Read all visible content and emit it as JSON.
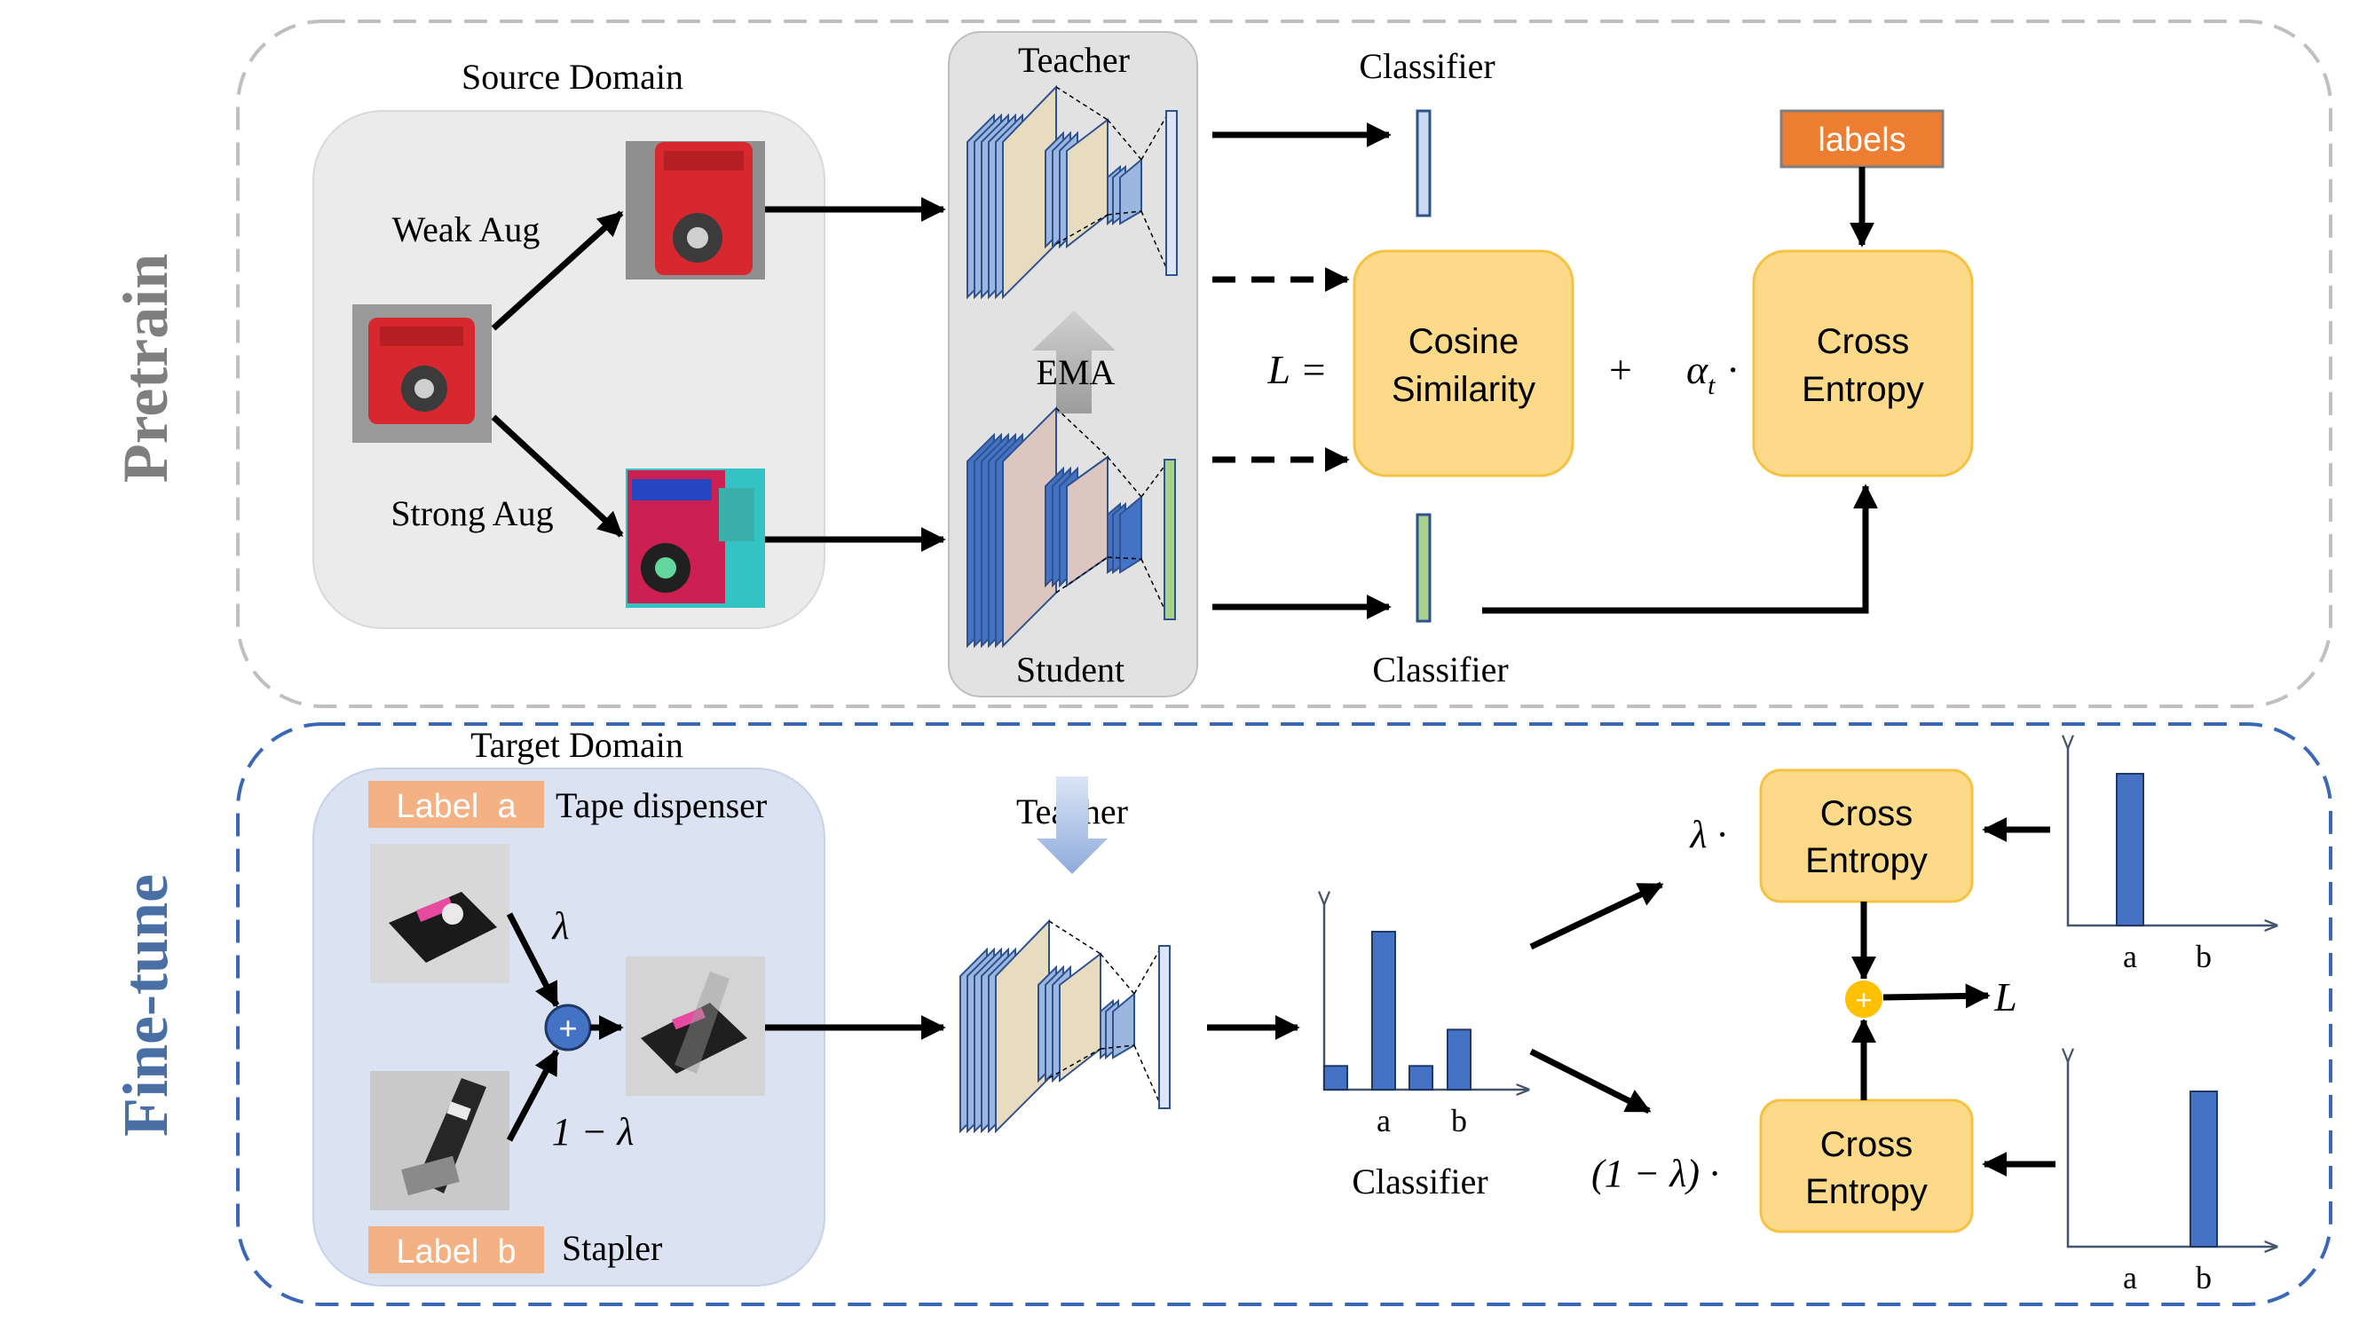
{
  "pretrain": {
    "section_label": "Pretrain",
    "source_domain_title": "Source Domain",
    "weak_aug": "Weak Aug",
    "strong_aug": "Strong Aug",
    "teacher": "Teacher",
    "student": "Student",
    "ema": "EMA",
    "classifier_top": "Classifier",
    "classifier_bottom": "Classifier",
    "labels": "labels",
    "loss_L": "L =",
    "plus": "+",
    "alpha": "α",
    "alpha_sub": "t",
    "dot": "·",
    "cosine_line1": "Cosine",
    "cosine_line2": "Similarity",
    "ce_line1": "Cross",
    "ce_line2": "Entropy"
  },
  "finetune": {
    "section_label": "Fine-tune",
    "target_domain_title": "Target Domain",
    "label_a_tag": "Label  a",
    "label_a_name": "Tape dispenser",
    "label_b_tag": "Label  b",
    "label_b_name": "Stapler",
    "lambda": "λ",
    "one_minus_lambda": "1 − λ",
    "mix_symbol": "+",
    "teacher": "Teacher",
    "classifier": "Classifier",
    "lambda_dot": "λ ·",
    "one_minus_lambda_dot": "(1 − λ) ·",
    "ce_top_line1": "Cross",
    "ce_top_line2": "Entropy",
    "ce_bottom_line1": "Cross",
    "ce_bottom_line2": "Entropy",
    "sum_symbol": "+",
    "loss_L": "L",
    "hist_cat_a": "a",
    "hist_cat_b": "b"
  },
  "chart_data": [
    {
      "type": "bar",
      "categories": [
        "",
        "a",
        "",
        "b"
      ],
      "values": [
        0.15,
        1.0,
        0.15,
        0.38
      ],
      "title": "",
      "xlabel": "",
      "ylabel": ""
    },
    {
      "type": "bar",
      "categories": [
        "a",
        "b"
      ],
      "values": [
        1,
        0
      ],
      "title": "",
      "xlabel": "",
      "ylabel": ""
    },
    {
      "type": "bar",
      "categories": [
        "a",
        "b"
      ],
      "values": [
        0,
        1
      ],
      "title": "",
      "xlabel": "",
      "ylabel": ""
    }
  ],
  "colors": {
    "pretrain_label": "#7f7f7f",
    "finetune_label": "#4a6fa5",
    "pretrain_border": "#bfbfbf",
    "finetune_border": "#3a67b8",
    "loss_box_fill": "#fdd98a",
    "loss_box_stroke": "#f5c242",
    "labels_fill": "#ed7d31",
    "label_tag_fill": "#f4b183",
    "bar_fill": "#4472c4",
    "network_blue": "#9bb7e0",
    "network_beige": "#e7dcc0",
    "network_pink": "#dcc7c0",
    "classifier_teacher": "#c9d9ee",
    "classifier_student": "#a9d18e",
    "sum_circle": "#ffc000"
  }
}
